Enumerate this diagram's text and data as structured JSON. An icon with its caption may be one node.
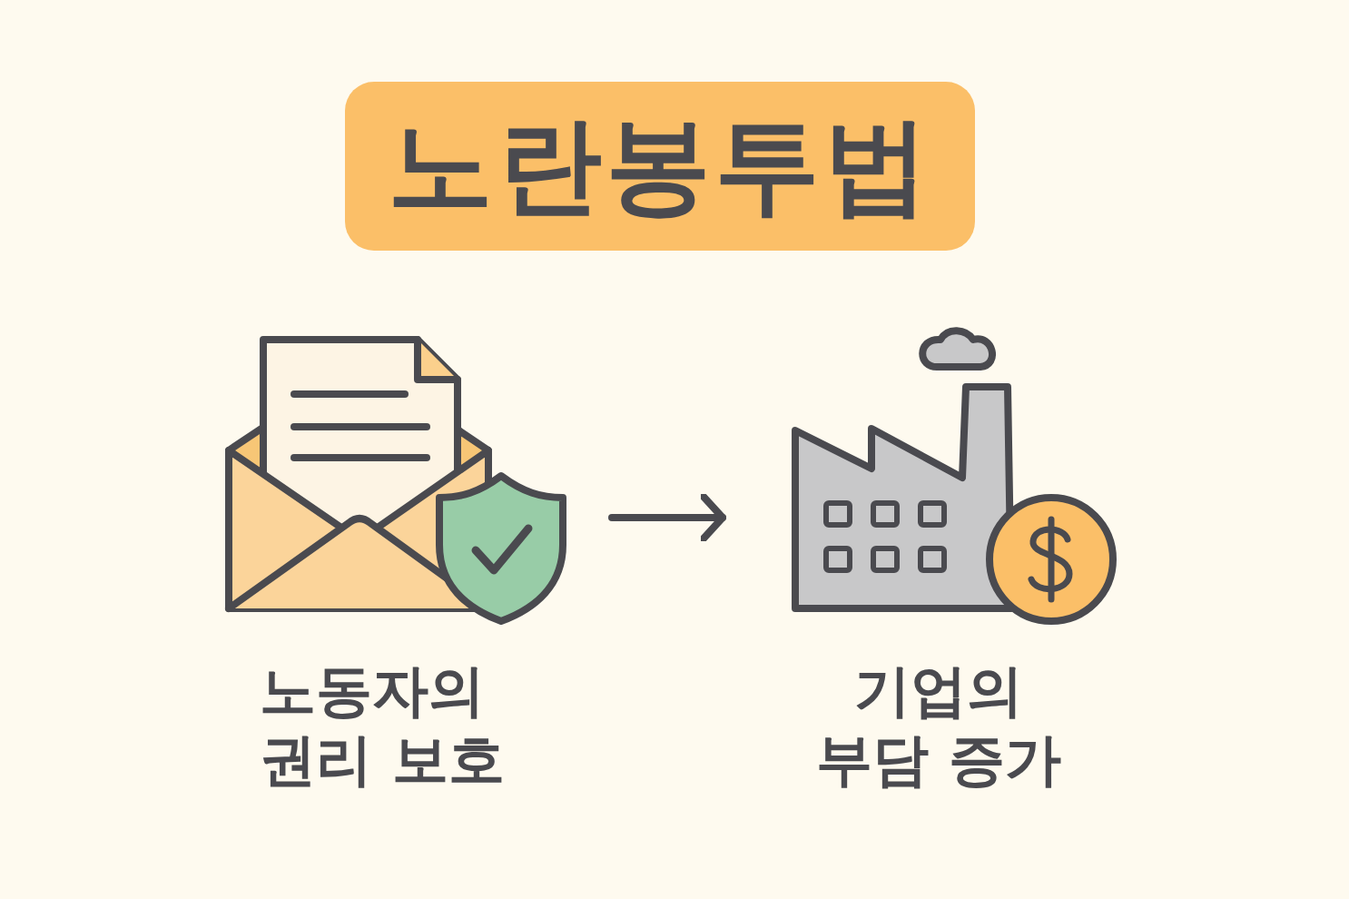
{
  "diagram": {
    "title": "노란봉투법",
    "nodes": [
      {
        "text": [],
        "shape": "picture",
        "beside": [
          "노동자의 권리 보호"
        ]
      },
      {
        "text": [],
        "shape": "picture",
        "beside": [
          "기업의 부담 증가"
        ]
      }
    ],
    "edges": [
      {
        "from": 0,
        "to": 1,
        "arrow": "to"
      }
    ]
  }
}
